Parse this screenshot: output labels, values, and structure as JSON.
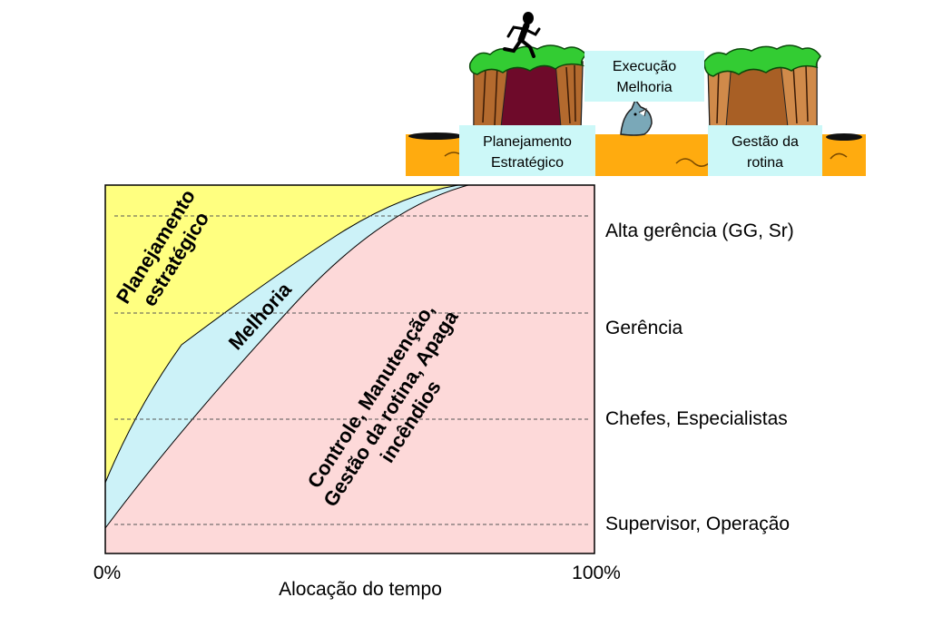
{
  "top_illustration": {
    "left_box": [
      "Planejamento",
      "Estratégico"
    ],
    "middle_box": [
      "Execução",
      "Melhoria"
    ],
    "right_box": [
      "Gestão da",
      "rotina"
    ]
  },
  "regions": {
    "planning": [
      "Planejamento",
      "estratégico"
    ],
    "improvement": [
      "Melhoria"
    ],
    "control": [
      "Controle, Manutenção,",
      "Gestão da rotina, Apaga",
      "incêndios"
    ]
  },
  "levels": [
    "Alta gerência (GG, Sr)",
    "Gerência",
    "Chefes, Especialistas",
    "Supervisor, Operação"
  ],
  "axis": {
    "x_min": "0%",
    "x_max": "100%",
    "x_label": "Alocação do tempo"
  },
  "colors": {
    "planning": "#ffff80",
    "improvement": "#ccf2f8",
    "control": "#fdd9d9",
    "ground": "#ffab0f",
    "grass": "#33cc33",
    "left_cliff": "#6e0a2a",
    "right_cliff": "#a85f25",
    "label_box": "#ccf8f8"
  }
}
